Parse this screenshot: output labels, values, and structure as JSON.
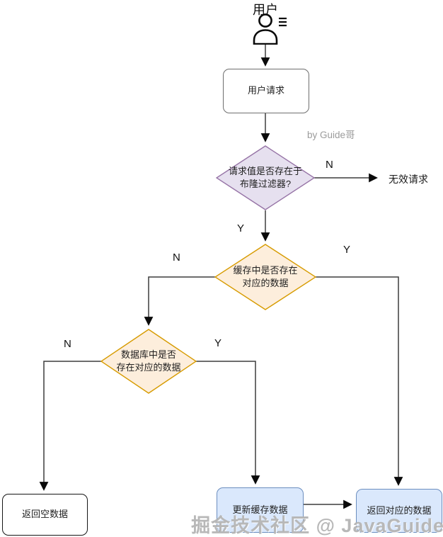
{
  "diagram": {
    "actor": {
      "label": "用户"
    },
    "author_watermark": "by Guide哥",
    "bottom_watermark": "掘金技术社区 @ JavaGuide",
    "nodes": {
      "user_request": {
        "label": "用户请求"
      },
      "bloom_check": {
        "line1": "请求值是否存在于",
        "line2": "布隆过滤器?"
      },
      "invalid_request": {
        "label": "无效请求"
      },
      "cache_check": {
        "line1": "缓存中是否存在",
        "line2": "对应的数据"
      },
      "db_check": {
        "line1": "数据库中是否",
        "line2": "存在对应的数据"
      },
      "return_empty": {
        "label": "返回空数据"
      },
      "update_cache": {
        "label": "更新缓存数据"
      },
      "return_data": {
        "label": "返回对应的数据"
      }
    },
    "edge_labels": {
      "bloom_no": "N",
      "bloom_yes": "Y",
      "cache_no": "N",
      "cache_yes": "Y",
      "db_no": "N",
      "db_yes": "Y"
    },
    "colors": {
      "purple_fill": "#e6e0ef",
      "purple_border": "#9673a6",
      "orange_fill": "#fdeedc",
      "orange_border": "#d79b00",
      "blue_fill": "#dae8fc",
      "blue_border": "#6c8ebf",
      "line": "#3d3d3d",
      "watermark_gray": "#b2b2b2"
    }
  }
}
